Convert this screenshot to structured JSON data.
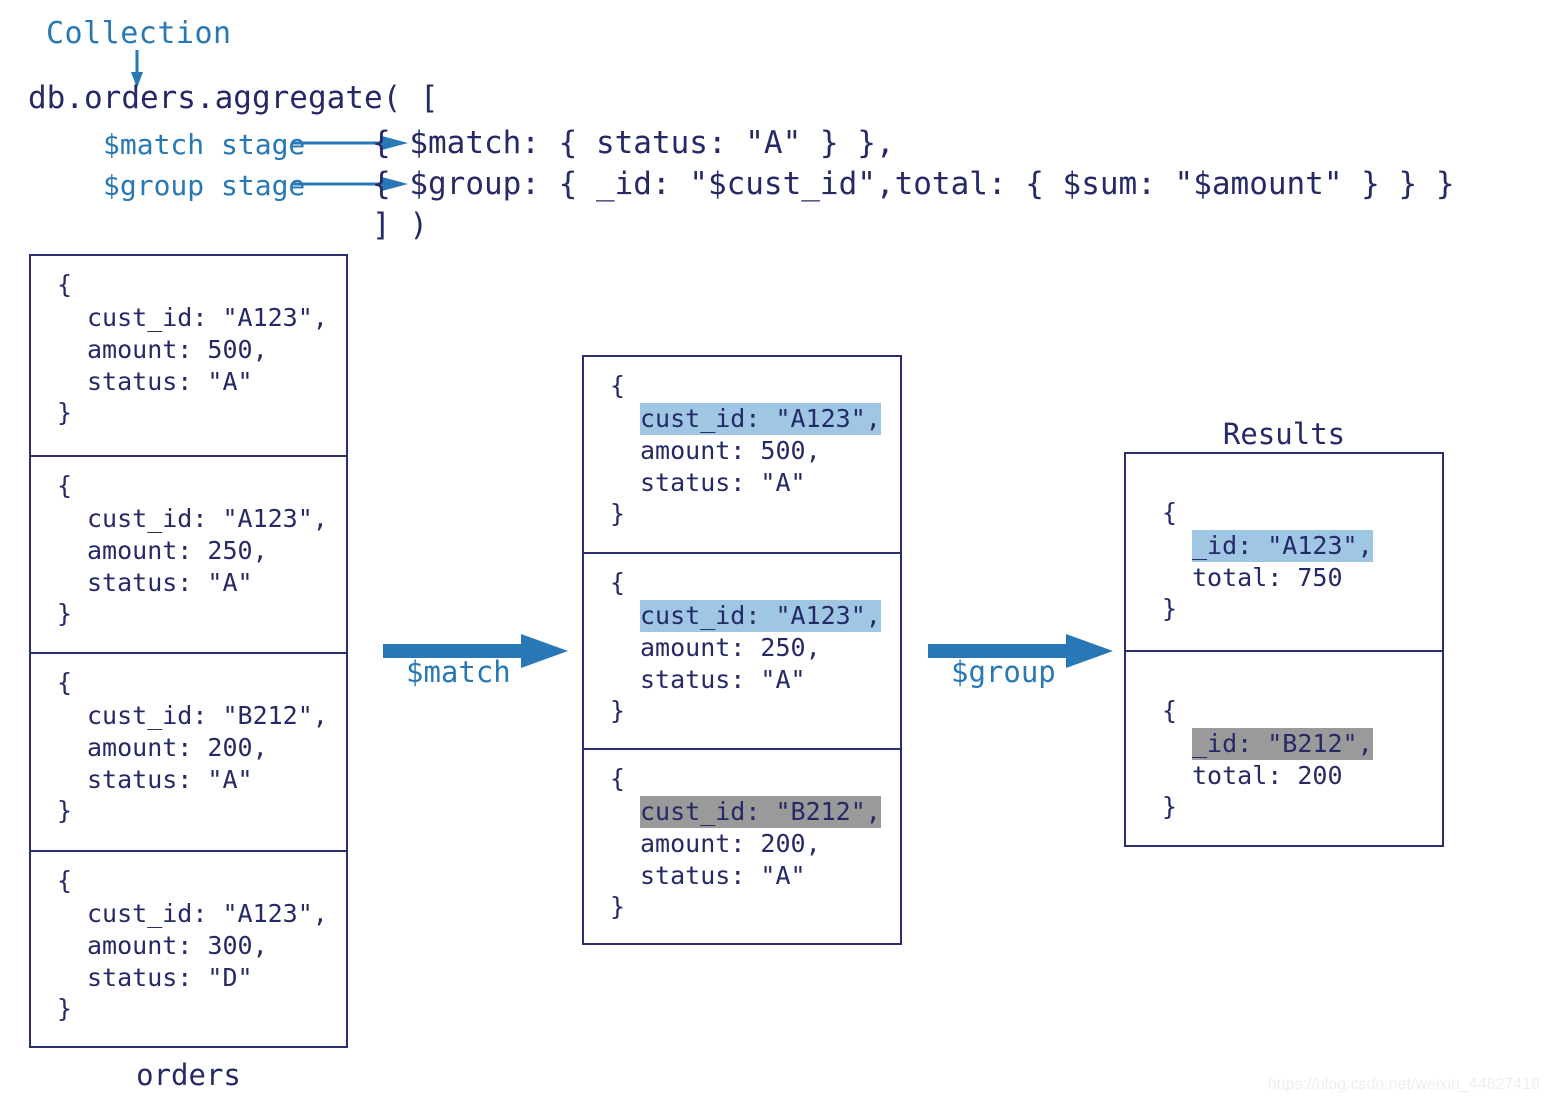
{
  "diagram": {
    "title_note": "MongoDB aggregation pipeline: $match then $group",
    "collection_label": "Collection",
    "code": {
      "line1": "db.orders.aggregate( [",
      "line2": "{ $match: { status: \"A\" } },",
      "line3": "{ $group: { _id: \"$cust_id\",total: { $sum: \"$amount\" } } }",
      "line4": "] )",
      "stage_label_1": "$match stage",
      "stage_label_2": "$group stage"
    },
    "arrows": {
      "match_label": "$match",
      "group_label": "$group"
    },
    "captions": {
      "orders": "orders",
      "results": "Results"
    },
    "colors": {
      "navy_text": "#252a66",
      "box_border": "#2b2f72",
      "accent_blue": "#2878b5",
      "highlight_blue": "#9fc7e4",
      "highlight_gray": "#9a9a9a",
      "background": "#ffffff"
    },
    "watermark": "https://blog.csdn.net/weixin_44827418"
  },
  "source_collection": {
    "name": "orders",
    "documents": [
      {
        "open": "{",
        "close": "}",
        "fields": [
          {
            "text": "cust_id: \"A123\",",
            "highlight": "none"
          },
          {
            "text": "amount: 500,",
            "highlight": "none"
          },
          {
            "text": "status: \"A\"",
            "highlight": "none"
          }
        ]
      },
      {
        "open": "{",
        "close": "}",
        "fields": [
          {
            "text": "cust_id: \"A123\",",
            "highlight": "none"
          },
          {
            "text": "amount: 250,",
            "highlight": "none"
          },
          {
            "text": "status: \"A\"",
            "highlight": "none"
          }
        ]
      },
      {
        "open": "{",
        "close": "}",
        "fields": [
          {
            "text": "cust_id: \"B212\",",
            "highlight": "none"
          },
          {
            "text": "amount: 200,",
            "highlight": "none"
          },
          {
            "text": "status: \"A\"",
            "highlight": "none"
          }
        ]
      },
      {
        "open": "{",
        "close": "}",
        "fields": [
          {
            "text": "cust_id: \"A123\",",
            "highlight": "none"
          },
          {
            "text": "amount: 300,",
            "highlight": "none"
          },
          {
            "text": "status: \"D\"",
            "highlight": "none"
          }
        ]
      }
    ]
  },
  "matched_documents": {
    "documents": [
      {
        "open": "{",
        "close": "}",
        "fields": [
          {
            "text": "cust_id: \"A123\",",
            "highlight": "blue"
          },
          {
            "text": "amount: 500,",
            "highlight": "none"
          },
          {
            "text": "status: \"A\"",
            "highlight": "none"
          }
        ]
      },
      {
        "open": "{",
        "close": "}",
        "fields": [
          {
            "text": "cust_id: \"A123\",",
            "highlight": "blue"
          },
          {
            "text": "amount: 250,",
            "highlight": "none"
          },
          {
            "text": "status: \"A\"",
            "highlight": "none"
          }
        ]
      },
      {
        "open": "{",
        "close": "}",
        "fields": [
          {
            "text": "cust_id: \"B212\",",
            "highlight": "gray"
          },
          {
            "text": "amount: 200,",
            "highlight": "none"
          },
          {
            "text": "status: \"A\"",
            "highlight": "none"
          }
        ]
      }
    ]
  },
  "results": {
    "name": "Results",
    "documents": [
      {
        "open": "{",
        "close": "}",
        "fields": [
          {
            "text": "_id: \"A123\",",
            "highlight": "blue"
          },
          {
            "text": "total: 750",
            "highlight": "none"
          }
        ]
      },
      {
        "open": "{",
        "close": "}",
        "fields": [
          {
            "text": "_id: \"B212\",",
            "highlight": "gray"
          },
          {
            "text": "total: 200",
            "highlight": "none"
          }
        ]
      }
    ]
  }
}
